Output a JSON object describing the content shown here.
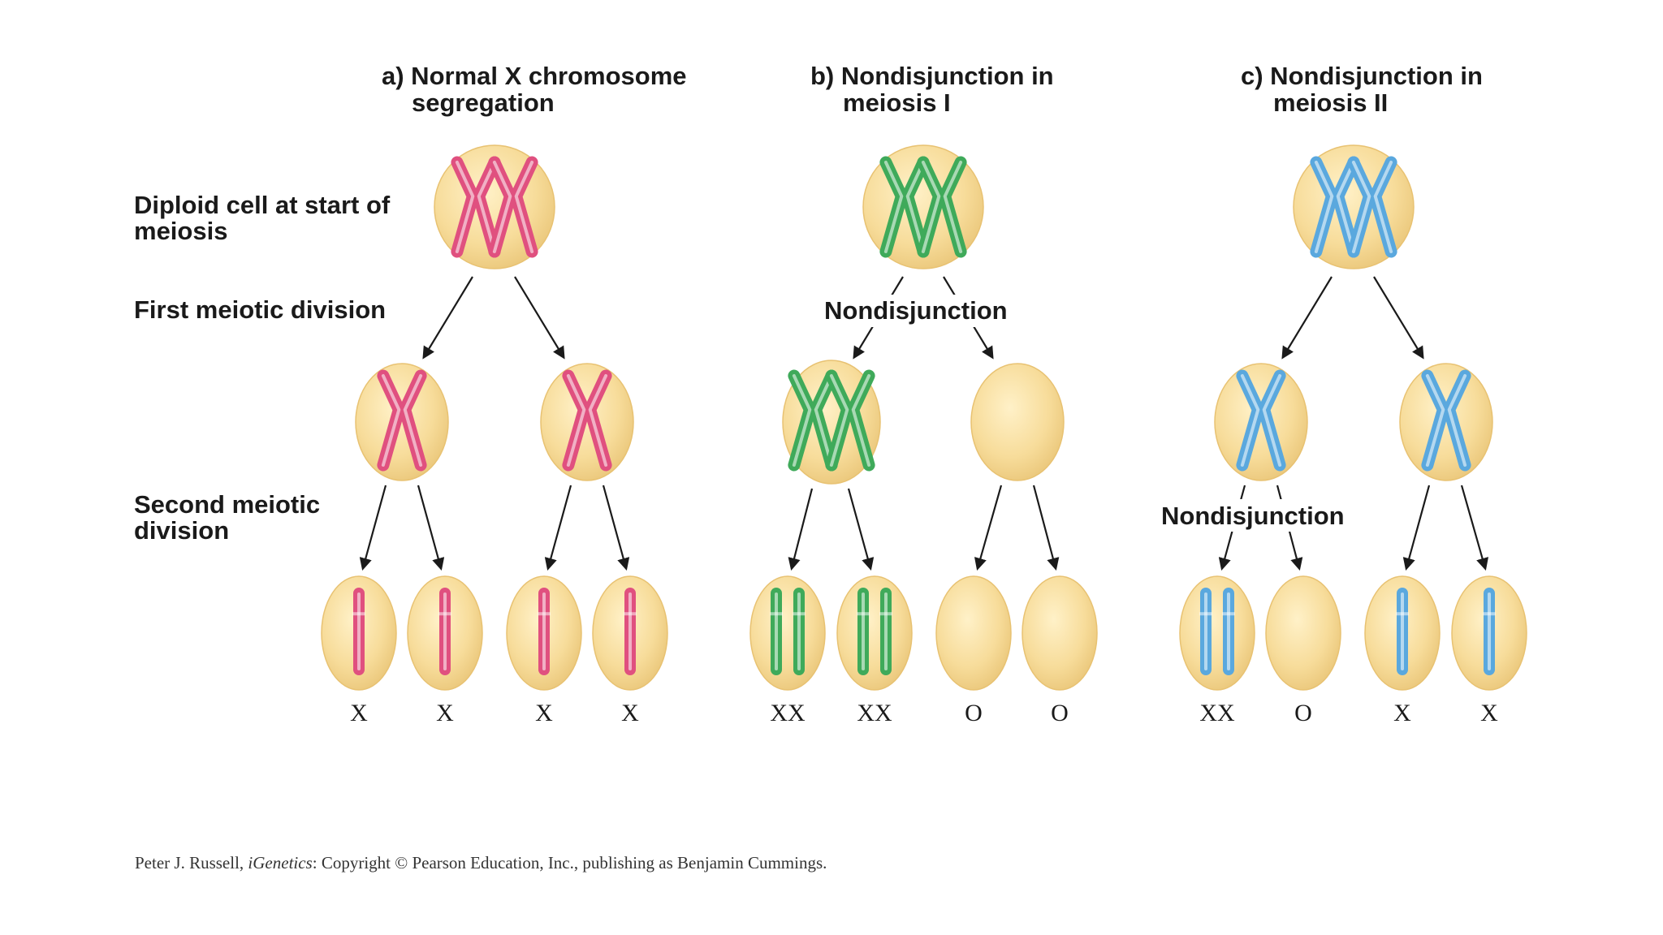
{
  "panels": {
    "a": {
      "title_line1": "a) Normal X chromosome",
      "title_line2": "segregation"
    },
    "b": {
      "title_line1": "b) Nondisjunction in",
      "title_line2": "meiosis I"
    },
    "c": {
      "title_line1": "c) Nondisjunction in",
      "title_line2": "meiosis II"
    }
  },
  "row_labels": {
    "diploid_line1": "Diploid cell at start of",
    "diploid_line2": "meiosis",
    "first_division": "First meiotic division",
    "second_line1": "Second meiotic",
    "second_line2": "division"
  },
  "annotations": {
    "nondisjunction_b": "Nondisjunction",
    "nondisjunction_c": "Nondisjunction"
  },
  "gametes": {
    "a": [
      "X",
      "X",
      "X",
      "X"
    ],
    "b": [
      "XX",
      "XX",
      "O",
      "O"
    ],
    "c": [
      "XX",
      "O",
      "X",
      "X"
    ]
  },
  "credit": {
    "prefix": "Peter J. Russell, ",
    "title": "iGenetics",
    "suffix": ": Copyright © Pearson Education, Inc., publishing as Benjamin Cummings."
  },
  "colors": {
    "cell_fill": "#f7dc9a",
    "cell_edge": "#e8c272",
    "chrom_a": "#e0507f",
    "chrom_b": "#3faa5a",
    "chrom_c": "#5aa8de",
    "arrow": "#1a1a1a"
  }
}
